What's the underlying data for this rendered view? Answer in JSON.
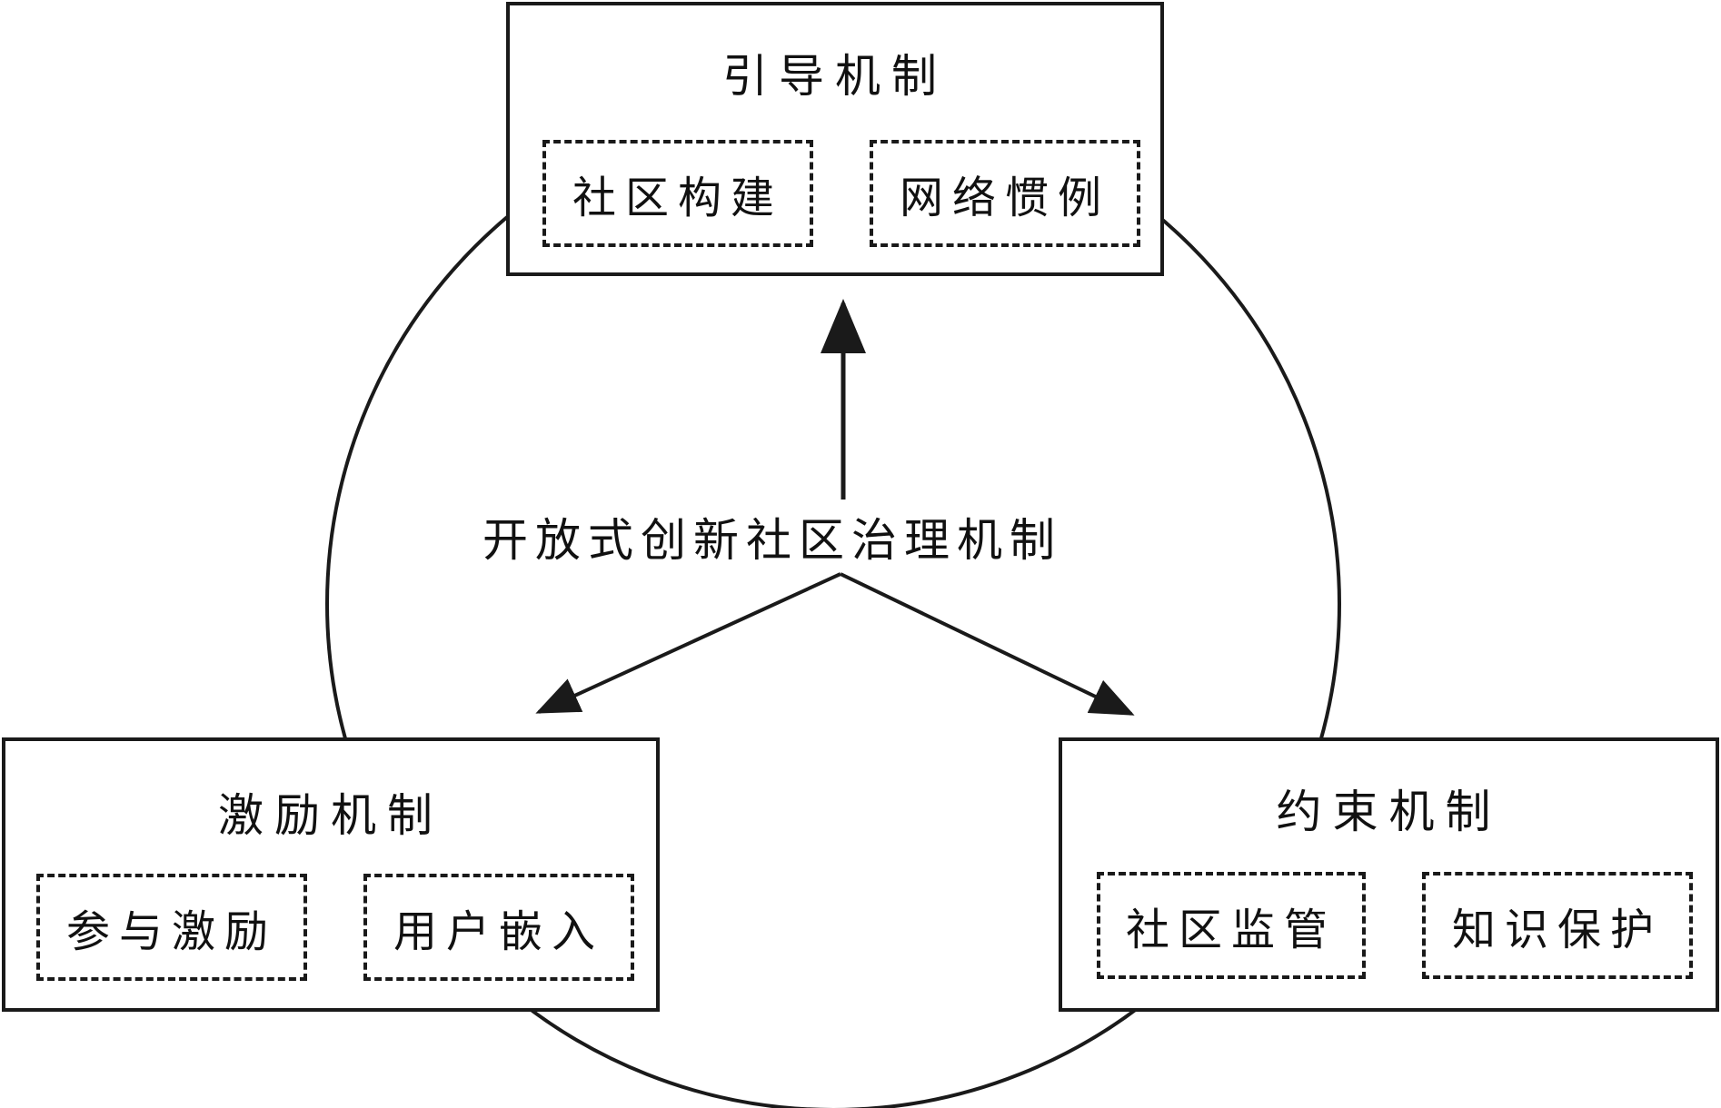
{
  "center_label": "开放式创新社区治理机制",
  "top_box": {
    "title": "引导机制",
    "items": [
      "社区构建",
      "网络惯例"
    ]
  },
  "left_box": {
    "title": "激励机制",
    "items": [
      "参与激励",
      "用户嵌入"
    ]
  },
  "right_box": {
    "title": "约束机制",
    "items": [
      "社区监管",
      "知识保护"
    ]
  },
  "colors": {
    "stroke": "#1a1a1a",
    "background": "#ffffff"
  }
}
